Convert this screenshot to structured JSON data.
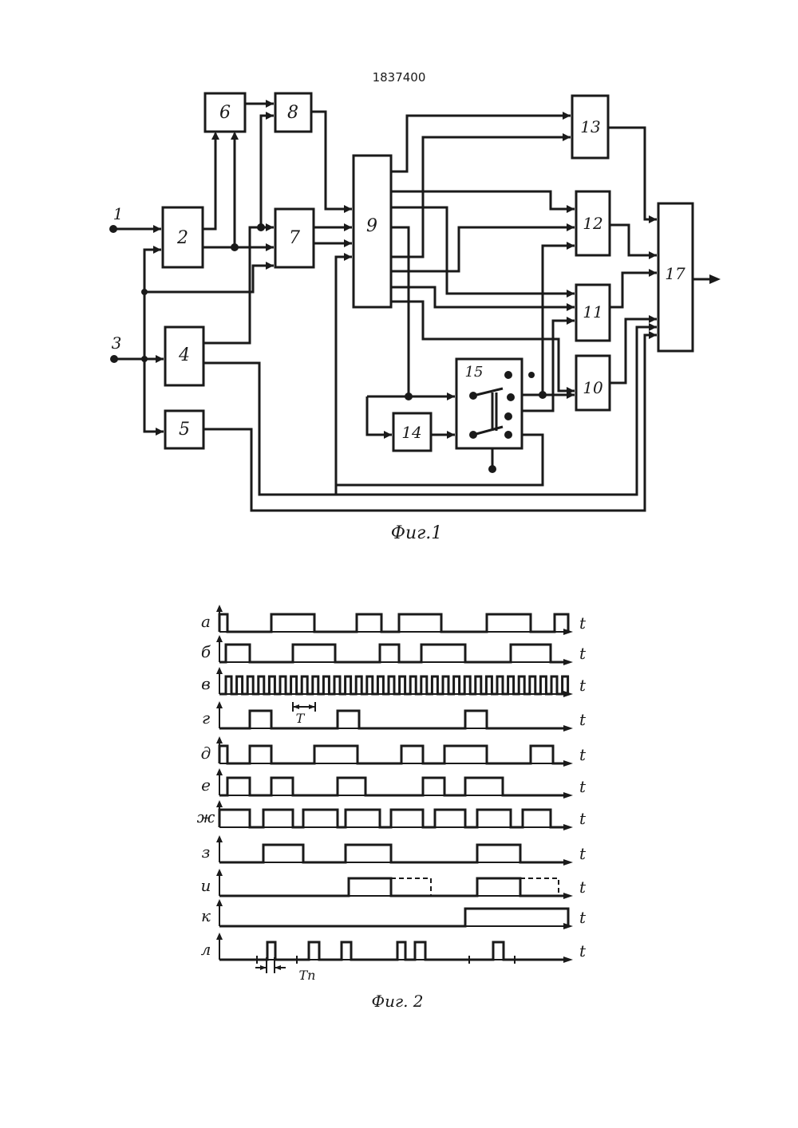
{
  "patent_number": "1837400",
  "fig1": {
    "caption": "Фиг.1",
    "inputs": [
      "1",
      "3"
    ],
    "blocks": [
      "2",
      "4",
      "5",
      "6",
      "7",
      "8",
      "9",
      "10",
      "11",
      "12",
      "13",
      "14",
      "15",
      "17"
    ]
  },
  "fig2": {
    "caption": "Фиг. 2",
    "time_label": "t",
    "rows": [
      "а",
      "б",
      "в",
      "г",
      "д",
      "е",
      "ж",
      "з",
      "и",
      "к",
      "л"
    ],
    "period_label": "T",
    "pulse_period_label": "Tп"
  }
}
